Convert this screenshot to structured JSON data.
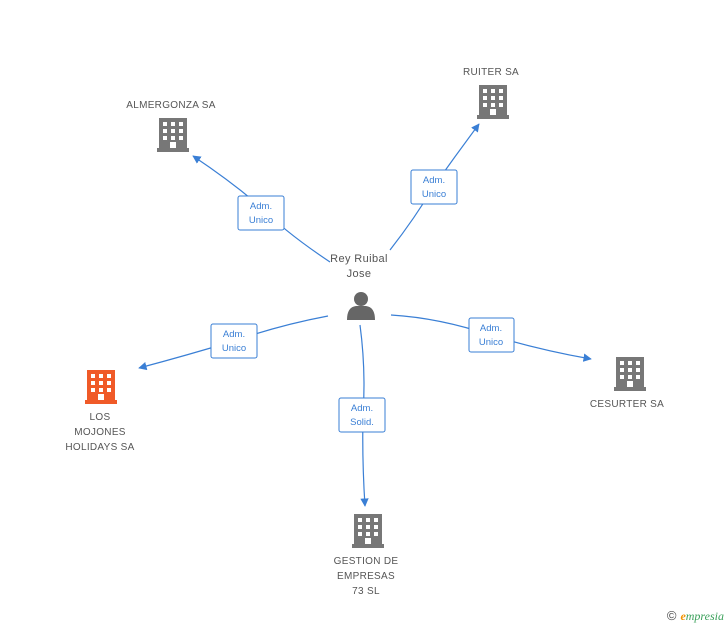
{
  "center": {
    "name_line1": "Rey Ruibal",
    "name_line2": "Jose",
    "icon": "person-icon"
  },
  "nodes": [
    {
      "id": "almergonza",
      "lines": [
        "ALMERGONZA SA"
      ],
      "icon": "building-icon",
      "color": "#777777"
    },
    {
      "id": "ruiter",
      "lines": [
        "RUITER SA"
      ],
      "icon": "building-icon",
      "color": "#777777"
    },
    {
      "id": "los-mojones",
      "lines": [
        "LOS",
        "MOJONES",
        "HOLIDAYS SA"
      ],
      "icon": "building-icon",
      "color": "#f05a28"
    },
    {
      "id": "cesurter",
      "lines": [
        "CESURTER SA"
      ],
      "icon": "building-icon",
      "color": "#777777"
    },
    {
      "id": "gestion",
      "lines": [
        "GESTION DE",
        "EMPRESAS",
        "73  SL"
      ],
      "icon": "building-icon",
      "color": "#777777"
    }
  ],
  "edges": [
    {
      "to": "almergonza",
      "label_lines": [
        "Adm.",
        "Unico"
      ]
    },
    {
      "to": "ruiter",
      "label_lines": [
        "Adm.",
        "Unico"
      ]
    },
    {
      "to": "los-mojones",
      "label_lines": [
        "Adm.",
        "Unico"
      ]
    },
    {
      "to": "cesurter",
      "label_lines": [
        "Adm.",
        "Unico"
      ]
    },
    {
      "to": "gestion",
      "label_lines": [
        "Adm.",
        "Solid."
      ]
    }
  ],
  "footer": {
    "copyright": "©",
    "brand_initial": "e",
    "brand_rest": "mpresia"
  },
  "colors": {
    "edge": "#3a7fd5",
    "building": "#777777",
    "highlight": "#f05a28",
    "person": "#666666"
  }
}
